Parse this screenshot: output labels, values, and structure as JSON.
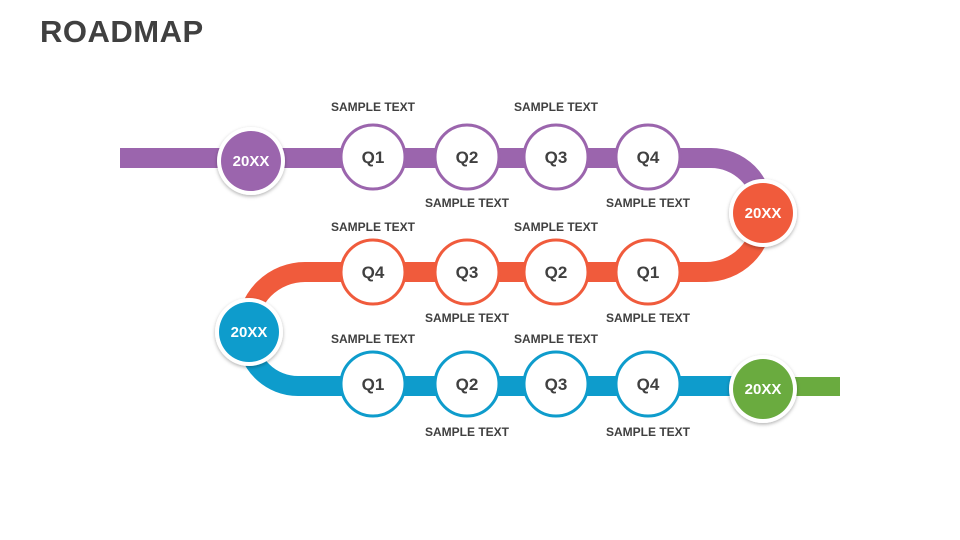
{
  "page": {
    "title": "ROADMAP"
  },
  "colors": {
    "row1": "#9b65ad",
    "row2": "#f05b3c",
    "row3": "#0e9ccc",
    "end": "#6aab3f",
    "text": "#404040"
  },
  "years": [
    "20XX",
    "20XX",
    "20XX",
    "20XX"
  ],
  "rows": [
    {
      "quarters": [
        "Q1",
        "Q2",
        "Q3",
        "Q4"
      ],
      "labels": [
        "SAMPLE TEXT",
        "SAMPLE TEXT",
        "SAMPLE TEXT",
        "SAMPLE TEXT"
      ]
    },
    {
      "quarters": [
        "Q4",
        "Q3",
        "Q2",
        "Q1"
      ],
      "labels": [
        "SAMPLE TEXT",
        "SAMPLE TEXT",
        "SAMPLE TEXT",
        "SAMPLE TEXT"
      ]
    },
    {
      "quarters": [
        "Q1",
        "Q2",
        "Q3",
        "Q4"
      ],
      "labels": [
        "SAMPLE TEXT",
        "SAMPLE TEXT",
        "SAMPLE TEXT",
        "SAMPLE TEXT"
      ]
    }
  ]
}
